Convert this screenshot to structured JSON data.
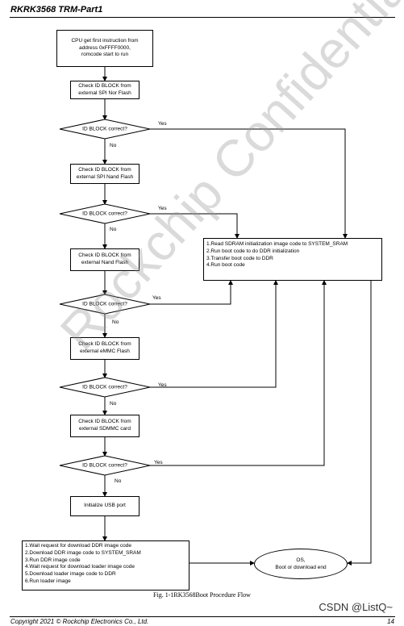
{
  "header": {
    "title": "RKRK3568 TRM-Part1"
  },
  "flow": {
    "start": "CPU get first instruction from\naddress 0xFFFF0000,\nromcode start to run",
    "check_spi_nor": "Check ID BLOCK from\nexternal SPI Nor Flash",
    "check_spi_nand": "Check ID BLOCK from\nexternal SPI Nand Flash",
    "check_nand": "Check ID BLOCK from\nexternal Nand Flash",
    "check_emmc": "Check ID BLOCK from\nexternal eMMC Flash",
    "check_sdmmc": "Check ID BLOCK from\nexternal SDMMC card",
    "decision": "ID BLOCK correct?",
    "yes": "Yes",
    "no": "No",
    "usb": "Initialize USB port",
    "boot_steps": "1.Read SDRAM initialization image code to SYSTEM_SRAM\n2.Run boot code to do DDR initialization\n3.Transfer boot code to DDR\n4.Run boot code",
    "usb_steps": "1.Wait request for download DDR image code\n2.Download DDR image code to SYSTEM_SRAM\n3.Run DDR image code\n4.Wait request for download loader image code\n5.Download loader image code to DDR\n6.Run loader image",
    "end": "OS,\nBoot or download end"
  },
  "caption": "Fig. 1-1RK3568Boot Procedure Flow",
  "watermark": "Rockchip Confidential",
  "footer": {
    "copyright": "Copyright 2021 © Rockchip Electronics Co., Ltd.",
    "page": "14"
  },
  "corner_tag": "CSDN @ListQ~"
}
